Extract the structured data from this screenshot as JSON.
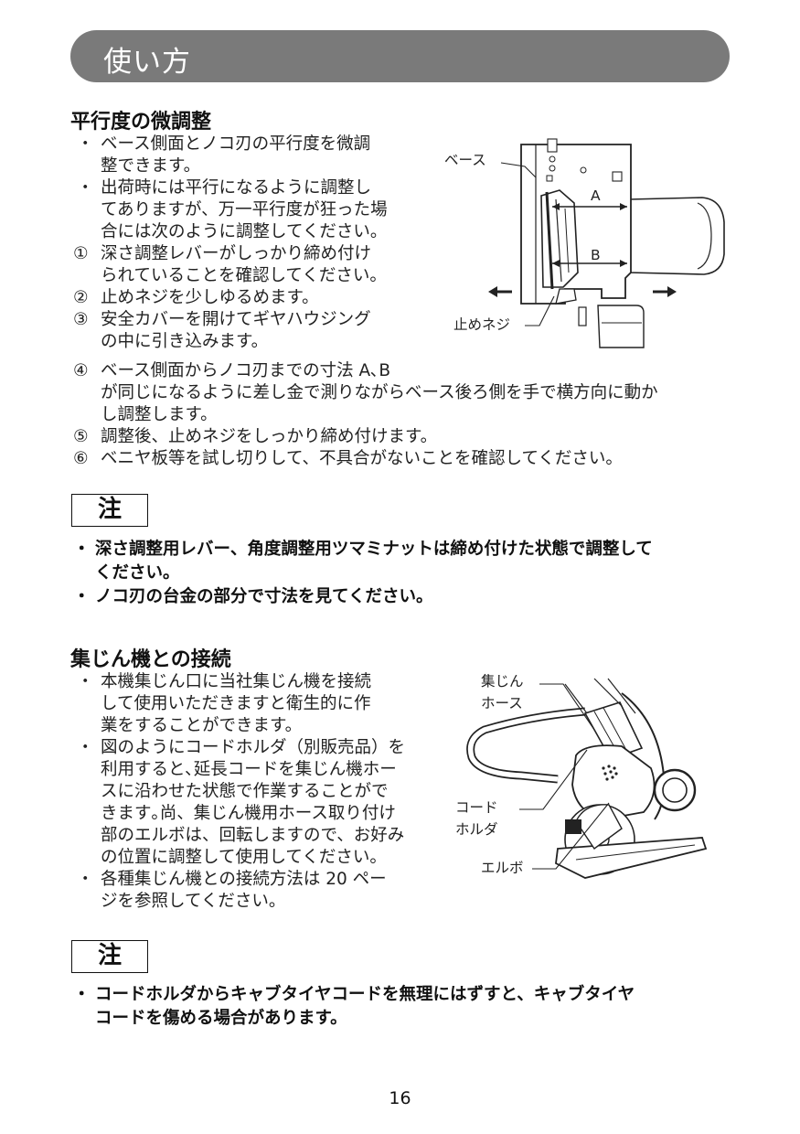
{
  "header": {
    "title": "使い方"
  },
  "section1": {
    "title": "平行度の微調整",
    "bullets": [
      {
        "marker": "・",
        "lines": [
          "ベース側面とノコ刃の平行度を微調",
          "整できます。"
        ]
      },
      {
        "marker": "・",
        "lines": [
          "出荷時には平行になるように調整し",
          "てありますが、万一平行度が狂った場",
          "合には次のように調整してください。"
        ]
      }
    ],
    "steps": [
      {
        "marker": "①",
        "lines": [
          "深さ調整レバーがしっかり締め付け",
          "られていることを確認してください。"
        ]
      },
      {
        "marker": "②",
        "lines": [
          "止めネジを少しゆるめます。"
        ]
      },
      {
        "marker": "③",
        "lines": [
          "安全カバーを開けてギヤハウジング",
          "の中に引き込みます。"
        ]
      },
      {
        "marker": "④",
        "lines": [
          "ベース側面からノコ刃までの寸法 A､B",
          "が同じになるように差し金で測りながらベース後ろ側を手で横方向に動か",
          "し調整します。"
        ]
      },
      {
        "marker": "⑤",
        "lines": [
          "調整後、止めネジをしっかり締め付けます。"
        ]
      },
      {
        "marker": "⑥",
        "lines": [
          "ベニヤ板等を試し切りして、不具合がないことを確認してください。"
        ]
      }
    ],
    "figure": {
      "label_base": "ベース",
      "label_a": "A",
      "label_b": "B",
      "label_screw": "止めネジ"
    },
    "note": {
      "title": "注",
      "items": [
        {
          "marker": "・",
          "lines": [
            "深さ調整用レバー、角度調整用ツマミナットは締め付けた状態で調整して",
            "ください。"
          ]
        },
        {
          "marker": "・",
          "lines": [
            "ノコ刃の台金の部分で寸法を見てください。"
          ]
        }
      ]
    }
  },
  "section2": {
    "title": "集じん機との接続",
    "bullets": [
      {
        "marker": "・",
        "lines": [
          "本機集じん口に当社集じん機を接続",
          "して使用いただきますと衛生的に作",
          "業をすることができます。"
        ]
      },
      {
        "marker": "・",
        "lines": [
          "図のようにコードホルダ（別販売品）を",
          "利用すると､延長コードを集じん機ホー",
          "スに沿わせた状態で作業することがで",
          "きます｡尚、集じん機用ホース取り付け",
          "部のエルボは、回転しますので、お好み",
          "の位置に調整して使用してください。"
        ]
      },
      {
        "marker": "・",
        "lines": [
          "各種集じん機との接続方法は 20 ペー",
          "ジを参照してください。"
        ]
      }
    ],
    "figure": {
      "label_hose_1": "集じん",
      "label_hose_2": "ホース",
      "label_holder_1": "コード",
      "label_holder_2": "ホルダ",
      "label_elbow": "エルボ"
    },
    "note": {
      "title": "注",
      "items": [
        {
          "marker": "・",
          "lines": [
            "コードホルダからキャブタイヤコードを無理にはずすと、キャブタイヤ",
            "コードを傷める場合があります。"
          ]
        }
      ]
    }
  },
  "footer": {
    "page_number": "16"
  }
}
